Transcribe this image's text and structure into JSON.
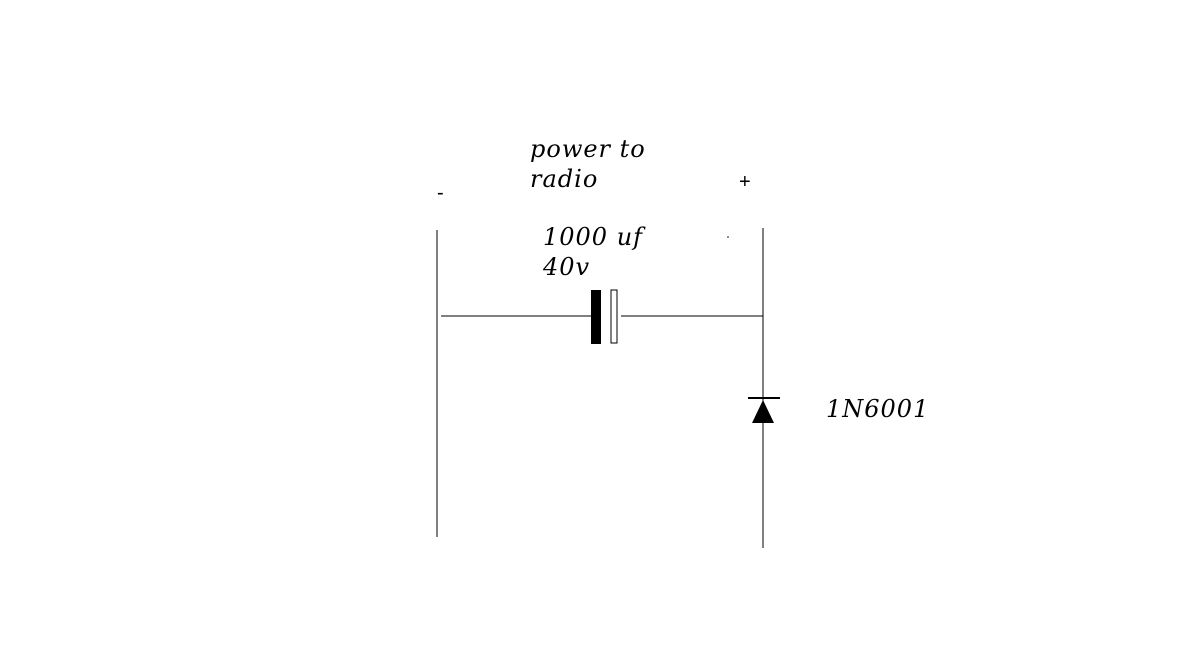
{
  "labels": {
    "power_line1": "power to",
    "power_line2": "radio",
    "minus": "-",
    "plus": "+",
    "capacitor_value": "1000 uf",
    "capacitor_voltage": "40v",
    "diode_part": "1N6001"
  },
  "colors": {
    "wire": "#000000",
    "background": "#ffffff"
  }
}
